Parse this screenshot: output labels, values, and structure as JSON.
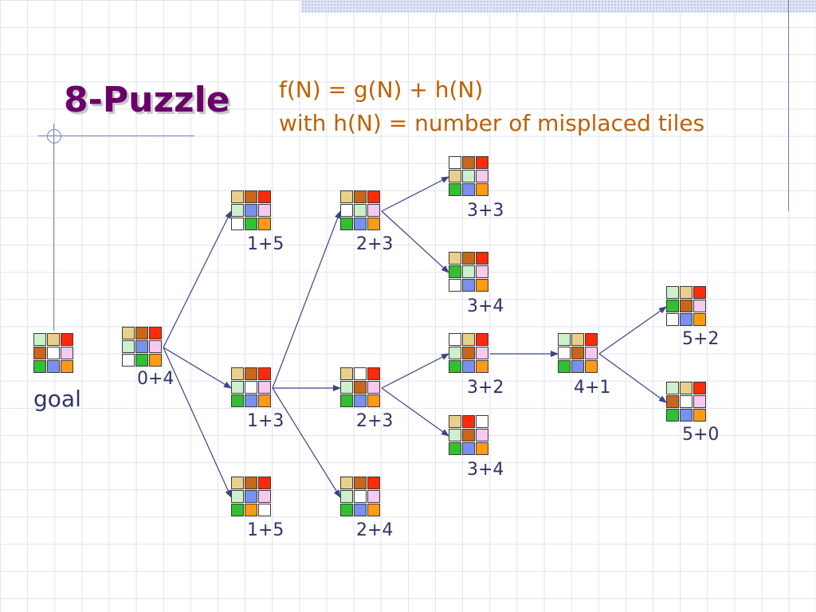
{
  "slide": {
    "title": "8-Puzzle",
    "formula_line1": "f(N) = g(N) + h(N)",
    "formula_line2": "with h(N) = number of misplaced tiles",
    "goal_label": "goal"
  },
  "colors": {
    "title": "#6a006a",
    "formula": "#c06000",
    "label": "#2d3366",
    "edge": "#3b4488",
    "tiles": {
      "T": "#e8d08a",
      "B": "#c8661a",
      "R": "#ff2a0a",
      "M": "#ccf0cc",
      "P": "#f8c8ee",
      "V": "#7890ee",
      "G": "#30c030",
      "O": "#ff9a14",
      "W": "#ffffff"
    }
  },
  "nodes": [
    {
      "id": "goal",
      "tiles": "MTRBWPGVO",
      "label": ""
    },
    {
      "id": "n0",
      "tiles": "TBRMVPWGO",
      "label": "0+4"
    },
    {
      "id": "n1a",
      "tiles": "TBRMVPWGO",
      "label": "1+5"
    },
    {
      "id": "n1b",
      "tiles": "TBRMWPGVO",
      "label": "1+3"
    },
    {
      "id": "n1c",
      "tiles": "TBRMVPGOW",
      "label": "1+5"
    },
    {
      "id": "n2a",
      "tiles": "TBRWMPGVO",
      "label": "2+3"
    },
    {
      "id": "n2b",
      "tiles": "TWRMBPGVO",
      "label": "2+3"
    },
    {
      "id": "n2c",
      "tiles": "TBRMWPGVO",
      "label": "2+4"
    },
    {
      "id": "n3a",
      "tiles": "WBRTMPGVO",
      "label": "3+3"
    },
    {
      "id": "n3b",
      "tiles": "TBRGMPWVO",
      "label": "3+4"
    },
    {
      "id": "n3c",
      "tiles": "WTRMBPGVO",
      "label": "3+2"
    },
    {
      "id": "n3d",
      "tiles": "TRWMBPGVO",
      "label": "3+4"
    },
    {
      "id": "n4",
      "tiles": "MTRWBPGVO",
      "label": "4+1"
    },
    {
      "id": "n5a",
      "tiles": "MTRGBPWVO",
      "label": "5+2"
    },
    {
      "id": "n5b",
      "tiles": "MTRBWPGVO",
      "label": "5+0"
    }
  ],
  "edges": [
    [
      "n0",
      "n1a"
    ],
    [
      "n0",
      "n1b"
    ],
    [
      "n0",
      "n1c"
    ],
    [
      "n1b",
      "n2a"
    ],
    [
      "n1b",
      "n2b"
    ],
    [
      "n1b",
      "n2c"
    ],
    [
      "n2a",
      "n3a"
    ],
    [
      "n2a",
      "n3b"
    ],
    [
      "n2b",
      "n3c"
    ],
    [
      "n2b",
      "n3d"
    ],
    [
      "n3c",
      "n4"
    ],
    [
      "n4",
      "n5a"
    ],
    [
      "n4",
      "n5b"
    ]
  ]
}
